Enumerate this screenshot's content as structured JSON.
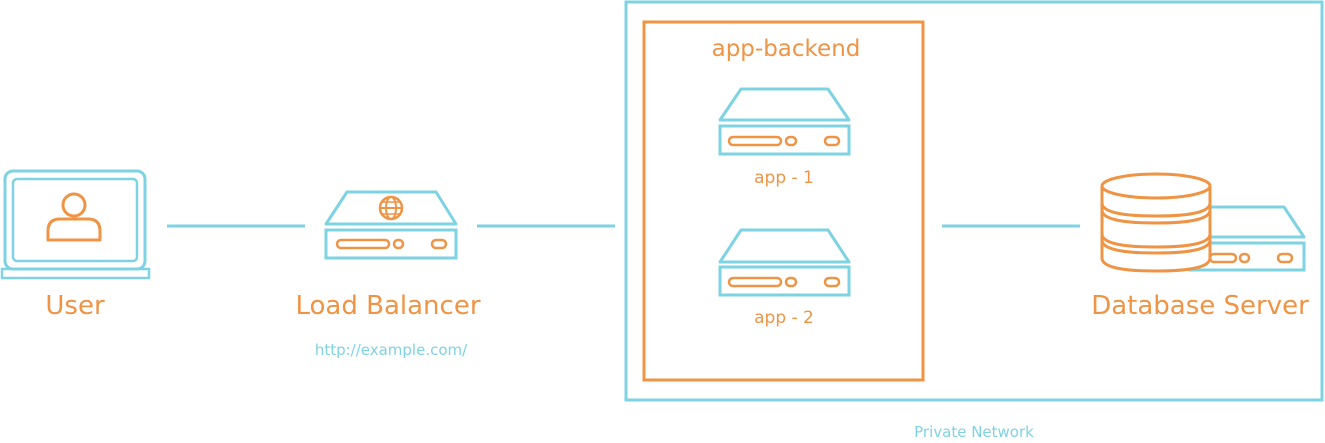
{
  "colors": {
    "teal": "#7ed3e3",
    "orange": "#ef9445",
    "background": "#ffffff"
  },
  "nodes": {
    "user": {
      "label": "User",
      "icon": "laptop-user-icon"
    },
    "load_balancer": {
      "label": "Load Balancer",
      "url": "http://example.com/",
      "icon": "server-globe-icon"
    },
    "app_backend": {
      "label": "app-backend"
    },
    "app1": {
      "label": "app - 1",
      "icon": "server-icon"
    },
    "app2": {
      "label": "app - 2",
      "icon": "server-icon"
    },
    "database": {
      "label": "Database Server",
      "icon": "database-server-icon"
    }
  },
  "private_network": {
    "label": "Private Network"
  }
}
